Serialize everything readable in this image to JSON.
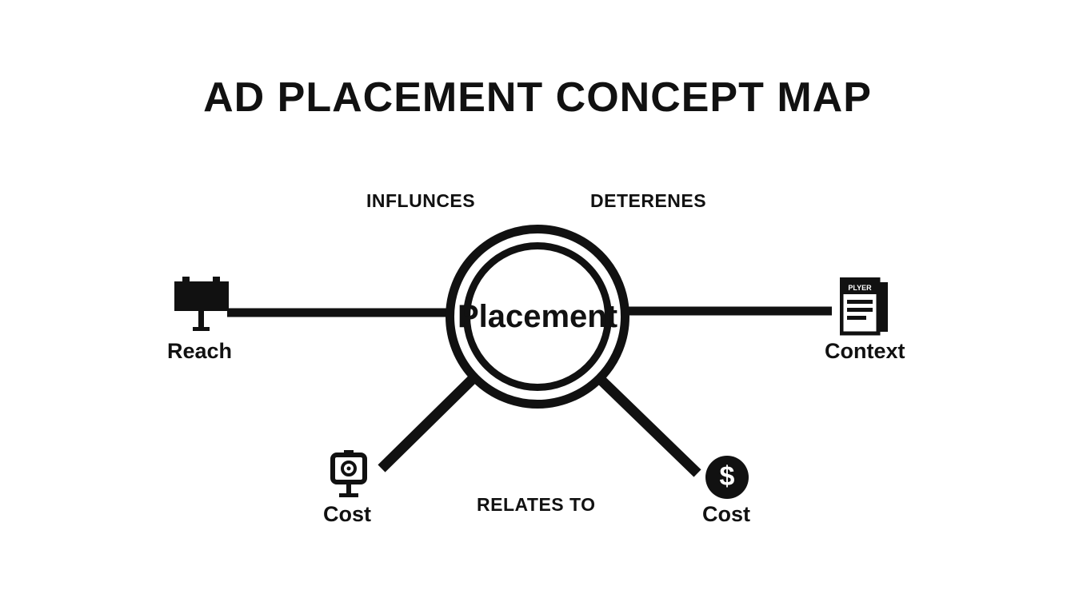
{
  "title": "AD PLACEMENT CONCEPT MAP",
  "center_node": {
    "label": "Placement"
  },
  "edge_labels": {
    "top_left": "INFLUNCES",
    "top_right": "DETERENES",
    "bottom_center": "RELATES TO"
  },
  "nodes": {
    "reach": {
      "label": "Reach"
    },
    "context": {
      "label": "Context",
      "flyer_header": "PLYER"
    },
    "cost_left": {
      "label": "Cost"
    },
    "cost_right": {
      "label": "Cost",
      "symbol": "$"
    }
  },
  "colors": {
    "ink": "#111111",
    "background": "#ffffff"
  }
}
